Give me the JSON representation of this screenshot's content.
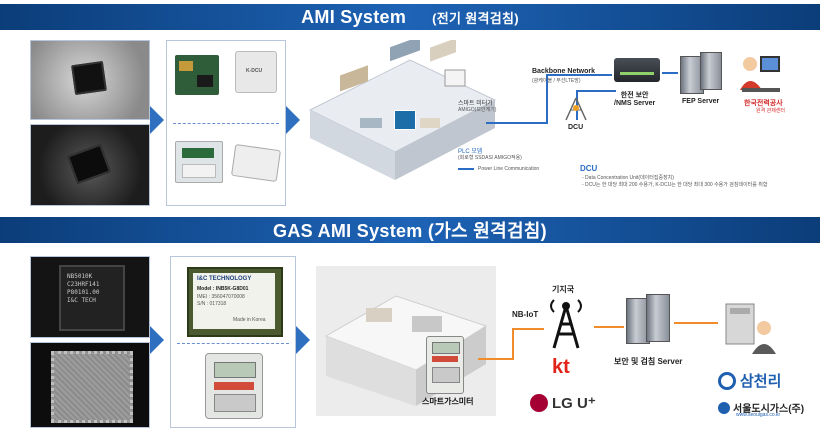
{
  "ami": {
    "title": "AMI System",
    "subtitle": "(전기 원격검침)",
    "kdcu_label": "K-DCU",
    "backbone_label": "Backbone Network",
    "backbone_sub": "(광케이블 / 무선LTE망)",
    "security_server": "한전 보안\n/NMS Server",
    "fep_server": "FEP Server",
    "kepco_name": "한국전력공사",
    "kepco_sub": "원격 관제센터",
    "dcu_label": "DCU",
    "smart_meter": "스마트 미터기",
    "smart_meter_sub": "AMIGO(보안계기)",
    "plc_modem": "PLC 모뎀",
    "plc_modem_sub": "(회로형 SSDAS/ AMIGO적용)",
    "plc_legend": "Power Line Communication",
    "dcu_title": "DCU",
    "dcu_desc1": "- Data Concentration Unit(데이터집중장치)",
    "dcu_desc2": "- DCU는 한 대당 최대 200 수용가, K-DCU는 한 대당 최대 300 수용가 검침데이터를 취합"
  },
  "gas": {
    "title": "GAS AMI System (가스 원격검침)",
    "module_brand": "I&C TECHNOLOGY",
    "module_model": "Model : INB5K-G8D01",
    "module_imei": "IMEI : 356047070008",
    "module_sn": "S/N : 017318",
    "module_tag": "Made in Korea",
    "chip_text1": "NB5010K",
    "chip_text2": "C23HRF141",
    "chip_text3": "P80101.00",
    "chip_brand": "I&C TECH",
    "smart_gas_meter": "스마트가스미터",
    "nbiot": "NB-IoT",
    "base_station": "기지국",
    "kt_logo": "kt",
    "lg_logo": "LG U⁺",
    "server_label": "보안 및 검침 Server",
    "samchully": "삼천리",
    "seoul_gas": "서울도시가스(주)",
    "seoul_gas_url": "www.seoulgas.co.kr"
  },
  "colors": {
    "banner": "#1e63b6",
    "arrow": "#2e6fbf",
    "plc_line": "#2b6cc4",
    "nbiot_line": "#f08c2b",
    "kepco_red": "#d42a2a",
    "kt_red": "#e2231a",
    "lg_red": "#a50034"
  },
  "icons": [
    "chip-icon",
    "server-icon",
    "router-icon",
    "cell-tower-icon",
    "admin-user-icon",
    "meter-icon"
  ]
}
